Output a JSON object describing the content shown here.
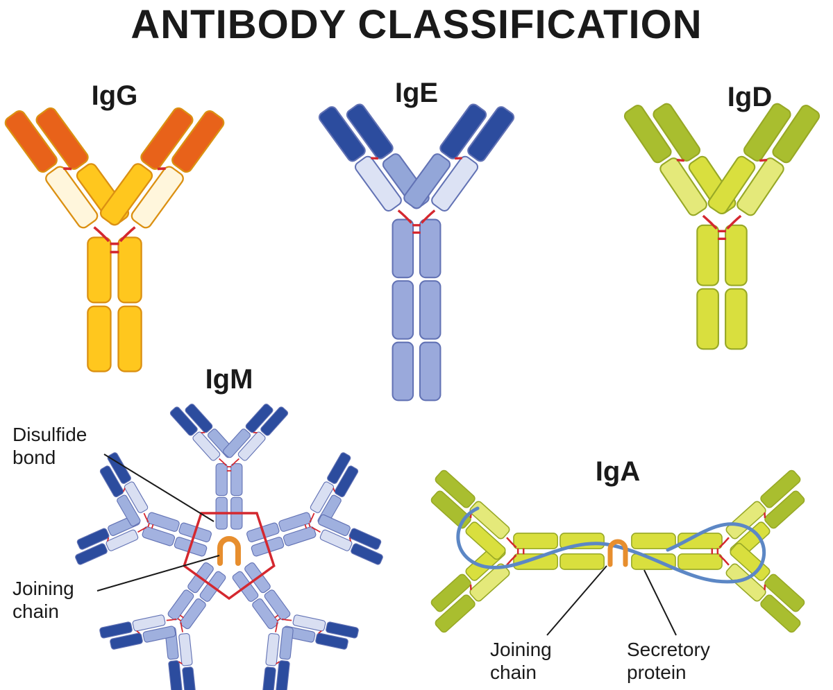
{
  "title": "ANTIBODY CLASSIFICATION",
  "antibodies": {
    "igg": {
      "label": "IgG"
    },
    "ige": {
      "label": "IgE"
    },
    "igd": {
      "label": "IgD"
    },
    "igm": {
      "label": "IgM"
    },
    "iga": {
      "label": "IgA"
    }
  },
  "annotations": {
    "disulfide_bond": "Disulfide bond",
    "joining_chain_igm": "Joining chain",
    "joining_chain_iga": "Joining chain",
    "secretory_protein": "Secretory protein"
  },
  "colors": {
    "igg": {
      "tip": "#E8621A",
      "arm_inner": "#FFC71E",
      "arm_outer": "#FFF6DC",
      "stem": "#FFC71E",
      "outline": "#DB9012"
    },
    "ige": {
      "tip": "#2C4C9E",
      "arm_inner": "#93A6D8",
      "arm_outer": "#DCE2F4",
      "stem": "#9AA9DB",
      "outline": "#6272B4"
    },
    "igd": {
      "tip": "#A9BE2F",
      "arm_inner": "#D9DF3E",
      "arm_outer": "#E4E97A",
      "stem": "#D9DF3E",
      "outline": "#97A826"
    },
    "igm": {
      "tip": "#2C4C9E",
      "arm_inner": "#9FB0DE",
      "arm_outer": "#D9DFF2",
      "stem": "#A3B2E0",
      "outline": "#6272B4"
    },
    "iga": {
      "tip": "#A9BE2F",
      "arm_inner": "#D9DF3E",
      "arm_outer": "#E4E97A",
      "stem": "#D9DF3E",
      "outline": "#97A826"
    },
    "disulfide_bond": "#D4282F",
    "joining_chain": "#E78E2E",
    "secretory_protein": "#5C87C5",
    "text": "#1A1A1A",
    "background": "#FFFFFF"
  }
}
